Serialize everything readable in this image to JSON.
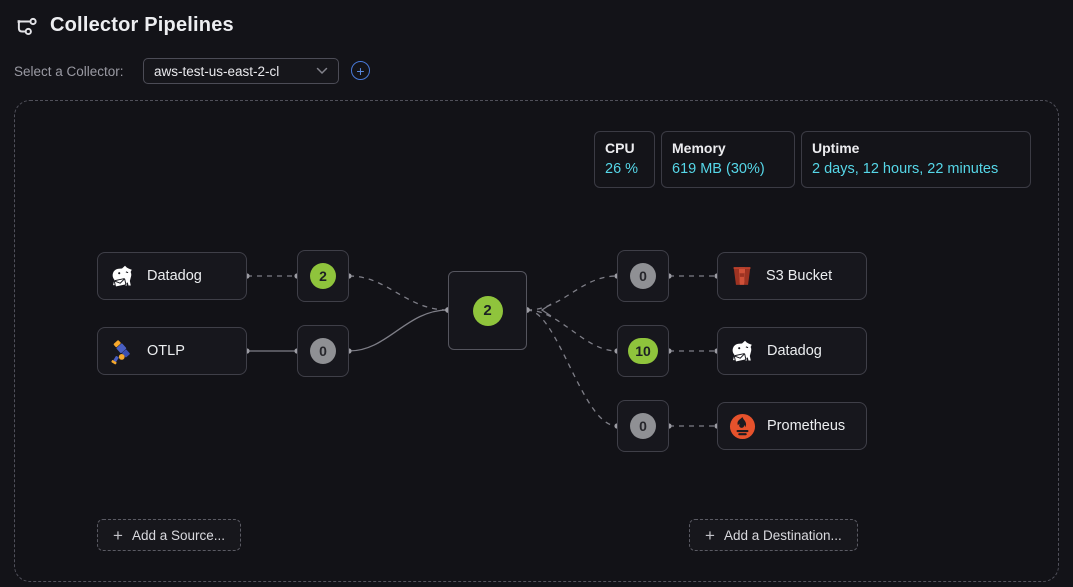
{
  "header": {
    "title": "Collector Pipelines",
    "icon": "pipeline-icon"
  },
  "collector": {
    "label": "Select a Collector:",
    "selected": "aws-test-us-east-2-cl",
    "chevron_icon": "chevron-down-icon",
    "add_icon": "circle-plus-icon",
    "add_glyph": "+"
  },
  "stats": {
    "cpu": {
      "label": "CPU",
      "value": "26 %"
    },
    "memory": {
      "label": "Memory",
      "value": "619 MB (30%)"
    },
    "uptime": {
      "label": "Uptime",
      "value": "2 days, 12 hours, 22 minutes"
    }
  },
  "pipeline": {
    "sources": [
      {
        "label": "Datadog",
        "icon": "datadog-icon",
        "count": "2",
        "count_status": "active"
      },
      {
        "label": "OTLP",
        "icon": "otlp-icon",
        "count": "0",
        "count_status": "idle"
      }
    ],
    "processor": {
      "count": "2",
      "count_status": "active"
    },
    "destinations": [
      {
        "label": "S3 Bucket",
        "icon": "s3-bucket-icon",
        "count": "0",
        "count_status": "idle"
      },
      {
        "label": "Datadog",
        "icon": "datadog-icon",
        "count": "10",
        "count_status": "active"
      },
      {
        "label": "Prometheus",
        "icon": "prometheus-icon",
        "count": "0",
        "count_status": "idle"
      }
    ],
    "edges": [
      {
        "from": "source-datadog",
        "to": "counter-source-0",
        "style": "dashed"
      },
      {
        "from": "source-otlp",
        "to": "counter-source-1",
        "style": "solid"
      },
      {
        "from": "counter-source-0",
        "to": "processor",
        "style": "dashed"
      },
      {
        "from": "counter-source-1",
        "to": "processor",
        "style": "solid"
      },
      {
        "from": "processor",
        "to": "counter-dest-0",
        "style": "dashed"
      },
      {
        "from": "processor",
        "to": "counter-dest-1",
        "style": "dashed"
      },
      {
        "from": "processor",
        "to": "counter-dest-2",
        "style": "dashed"
      },
      {
        "from": "counter-dest-0",
        "to": "dest-s3-bucket",
        "style": "dashed"
      },
      {
        "from": "counter-dest-1",
        "to": "dest-datadog",
        "style": "dashed"
      },
      {
        "from": "counter-dest-2",
        "to": "dest-prometheus",
        "style": "dashed"
      }
    ]
  },
  "actions": {
    "add_source": "Add a Source...",
    "add_destination": "Add a Destination...",
    "plus_glyph": "+"
  },
  "colors": {
    "badge_active_green": "#8fc43c",
    "badge_idle_gray": "#8f9094",
    "stat_value_cyan": "#56d7e8",
    "add_collector_blue": "#4879d8",
    "prometheus_orange": "#e6522c",
    "s3_red": "#c8402f"
  }
}
